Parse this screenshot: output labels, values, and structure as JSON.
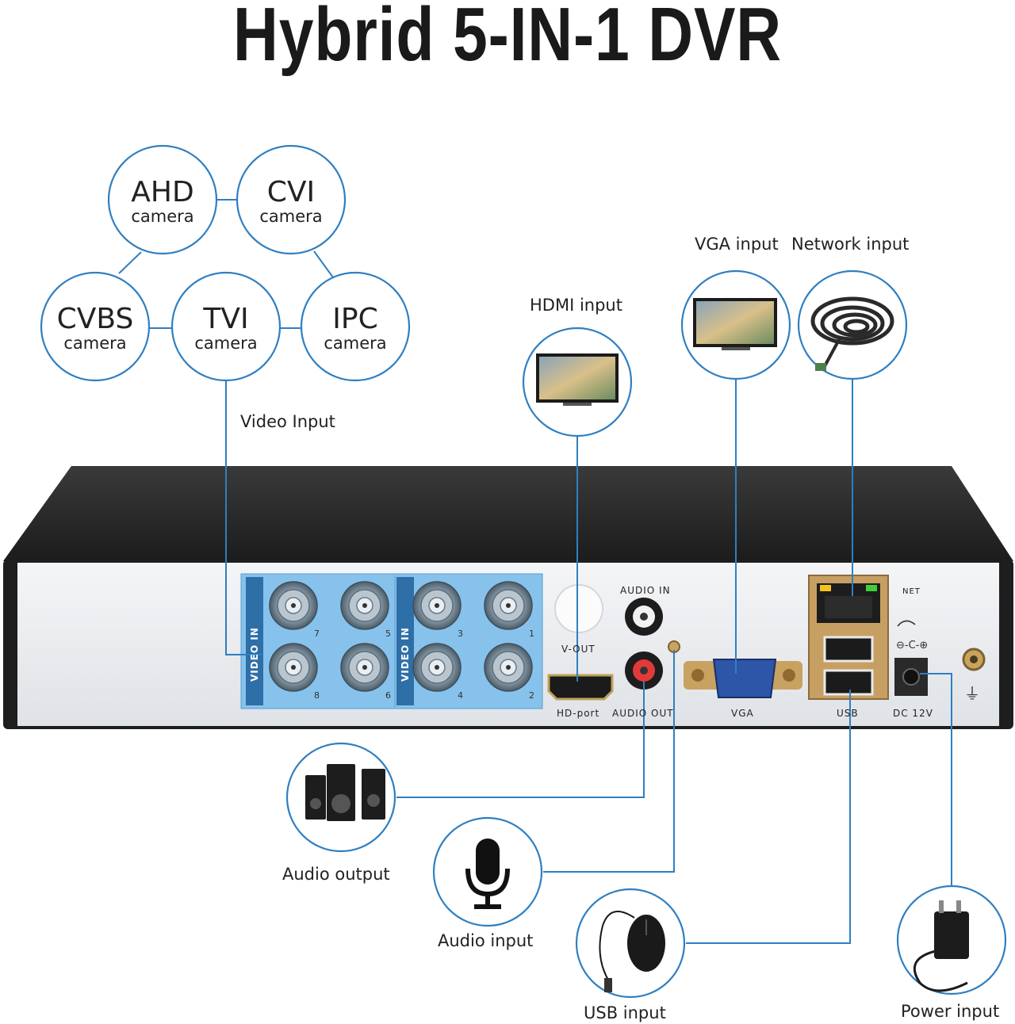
{
  "title": "Hybrid 5-IN-1 DVR",
  "colors": {
    "accent": "#2f7fc1",
    "panel_blue": "#86c2ec",
    "chassis": "#2b2b2b"
  },
  "cameras": [
    {
      "name": "AHD",
      "sub": "camera"
    },
    {
      "name": "CVI",
      "sub": "camera"
    },
    {
      "name": "CVBS",
      "sub": "camera"
    },
    {
      "name": "TVI",
      "sub": "camera"
    },
    {
      "name": "IPC",
      "sub": "camera"
    }
  ],
  "labels": {
    "video_input": "Video Input",
    "hdmi_input": "HDMI input",
    "vga_input": "VGA input",
    "network_input": "Network input",
    "audio_output": "Audio output",
    "audio_input": "Audio input",
    "usb_input": "USB input",
    "power_input": "Power input"
  },
  "device_ports": {
    "video_in": "VIDEO IN",
    "audio_in": "AUDIO IN",
    "v_out": "V-OUT",
    "hd_port": "HD-port",
    "audio_out": "AUDIO OUT",
    "vga": "VGA",
    "net": "NET",
    "usb": "USB",
    "dc": "DC 12V",
    "bnc_numbers": [
      "7",
      "5",
      "8",
      "6",
      "3",
      "1",
      "4",
      "2"
    ]
  },
  "icons": [
    "tv-screen-icon",
    "network-cable-icon",
    "speakers-icon",
    "microphone-icon",
    "mouse-icon",
    "power-adapter-icon",
    "ground-icon"
  ]
}
